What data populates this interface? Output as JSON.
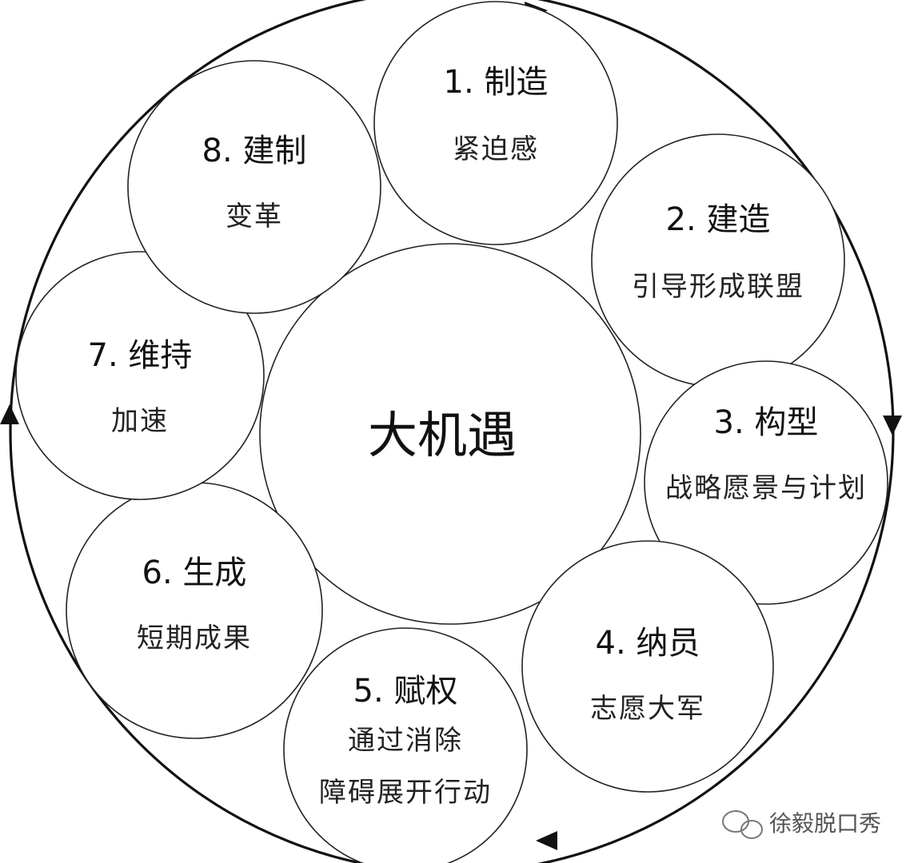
{
  "center": {
    "label": "大机遇"
  },
  "steps": [
    {
      "title": "1. 制造",
      "desc": [
        "紧迫感"
      ]
    },
    {
      "title": "2. 建造",
      "desc": [
        "引导形成联盟"
      ]
    },
    {
      "title": "3. 构型",
      "desc": [
        "战略愿景与计划"
      ]
    },
    {
      "title": "4. 纳员",
      "desc": [
        "志愿大军"
      ]
    },
    {
      "title": "5. 赋权",
      "desc": [
        "通过消除",
        "障碍展开行动"
      ]
    },
    {
      "title": "6. 生成",
      "desc": [
        "短期成果"
      ]
    },
    {
      "title": "7. 维持",
      "desc": [
        "加速"
      ]
    },
    {
      "title": "8. 建制",
      "desc": [
        "变革"
      ]
    }
  ],
  "watermark": {
    "text": "徐毅脱口秀",
    "icon": "wechat-icon"
  }
}
